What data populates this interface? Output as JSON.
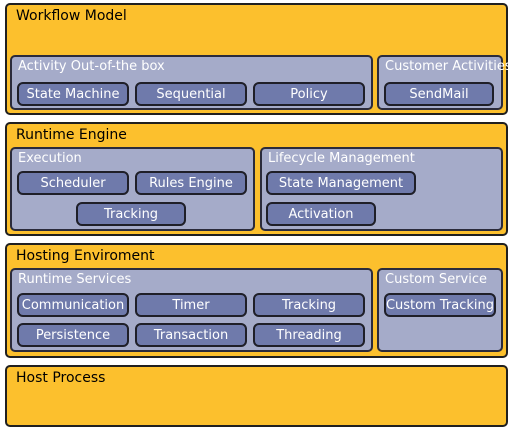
{
  "colors": {
    "layer_fill": "#fcc02d",
    "group_fill": "#a5abc9",
    "pill_fill": "#6f7aab",
    "border": "#202020",
    "group_text": "#ffffff"
  },
  "workflow_model": {
    "title": "Workflow Model",
    "activity_box": {
      "title": "Activity Out-of-the box",
      "items": [
        "State Machine",
        "Sequential",
        "Policy"
      ]
    },
    "customer_activities": {
      "title": "Customer Activities",
      "items": [
        "SendMail"
      ]
    }
  },
  "runtime_engine": {
    "title": "Runtime Engine",
    "execution": {
      "title": "Execution",
      "items": [
        "Scheduler",
        "Rules Engine",
        "Tracking"
      ]
    },
    "lifecycle_management": {
      "title": "Lifecycle Management",
      "items": [
        "State Management",
        "Activation"
      ]
    }
  },
  "hosting_environment": {
    "title": "Hosting Enviroment",
    "runtime_services": {
      "title": "Runtime Services",
      "items": [
        "Communication",
        "Timer",
        "Tracking",
        "Persistence",
        "Transaction",
        "Threading"
      ]
    },
    "custom_service": {
      "title": "Custom Service",
      "items": [
        "Custom Tracking"
      ]
    }
  },
  "host_process": {
    "title": "Host Process"
  }
}
